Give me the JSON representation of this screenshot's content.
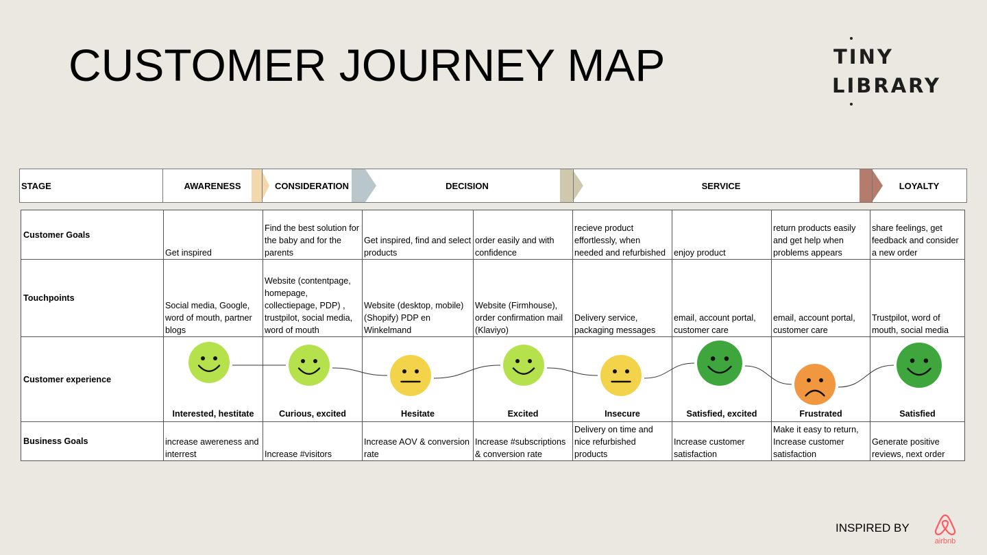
{
  "title": "CUSTOMER JOURNEY MAP",
  "logo": {
    "line1": "TINY",
    "line2": "LIBRARY"
  },
  "stages": {
    "label": "STAGE",
    "items": [
      "AWARENESS",
      "CONSIDERATION",
      "DECISION",
      "SERVICE",
      "LOYALTY"
    ]
  },
  "chevron_colors": [
    "#f3d7ad",
    "#b9c7cd",
    "#cfc8ad",
    "#b57b6c"
  ],
  "rows": {
    "goals": {
      "label": "Customer Goals",
      "cells": [
        "Get inspired",
        "Find the best solution for the baby and for the parents",
        "Get inspired, find and select products",
        "order easily and with confidence",
        "recieve product effortlessly, when needed and refurbished",
        "enjoy product",
        "return products easily and get help when problems appears",
        "share feelings, get feedback and consider a new order"
      ]
    },
    "touchpoints": {
      "label": "Touchpoints",
      "cells": [
        "Social media, Google, word of mouth, partner blogs",
        "Website (contentpage, homepage, collectiepage, PDP) , trustpilot, social media, word of mouth",
        "Website (desktop, mobile) (Shopify) PDP en Winkelmand",
        "Website (Firmhouse), order confirmation mail (Klaviyo)",
        "Delivery service, packaging messages",
        "email, account portal, customer care",
        "email, account portal, customer care",
        "Trustpilot, word of mouth, social media"
      ]
    },
    "experience": {
      "label": "Customer experience",
      "cells": [
        {
          "label": "Interested, hestitate",
          "mood": "happy",
          "color": "#b5e24c"
        },
        {
          "label": "Curious, excited",
          "mood": "happy",
          "color": "#b5e24c"
        },
        {
          "label": "Hesitate",
          "mood": "neutral",
          "color": "#f3d34a"
        },
        {
          "label": "Excited",
          "mood": "happy",
          "color": "#b5e24c"
        },
        {
          "label": "Insecure",
          "mood": "neutral",
          "color": "#f3d34a"
        },
        {
          "label": "Satisfied, excited",
          "mood": "happy",
          "color": "#3fa63d"
        },
        {
          "label": "Frustrated",
          "mood": "sad",
          "color": "#f09740"
        },
        {
          "label": "Satisfied",
          "mood": "happy",
          "color": "#3fa63d"
        }
      ]
    },
    "business": {
      "label": "Business Goals",
      "cells": [
        "increase awereness and interrest",
        "Increase #visitors",
        "Increase AOV & conversion rate",
        "Increase #subscriptions & conversion rate",
        "Delivery on time and nice refurbished products",
        "Increase customer satisfaction",
        "Make it easy to return, Increase customer satisfaction",
        "Generate positive reviews, next order"
      ]
    }
  },
  "footer": {
    "inspired": "INSPIRED BY",
    "brand": "airbnb"
  }
}
